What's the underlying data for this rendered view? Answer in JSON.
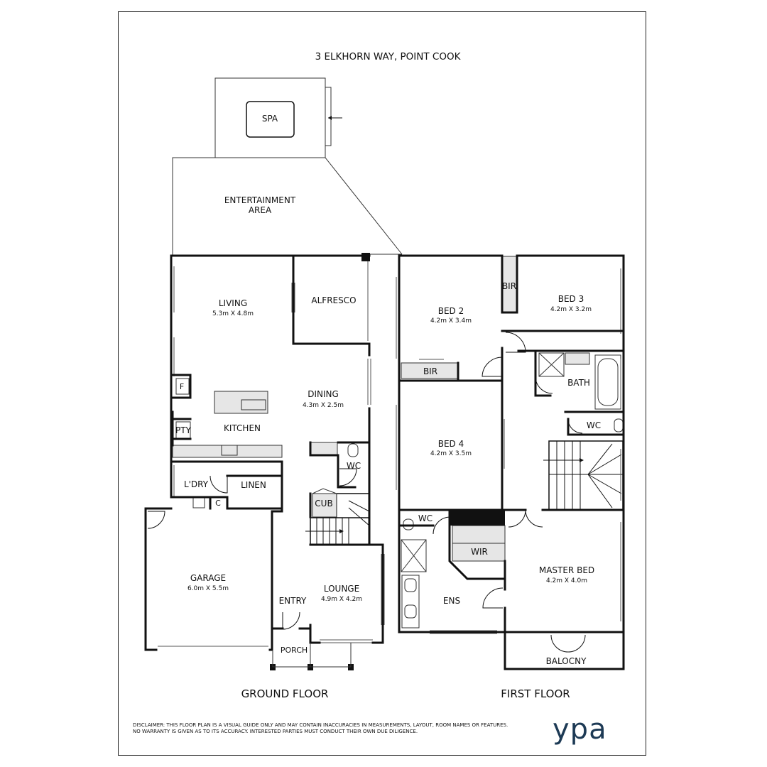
{
  "title": "3 ELKHORN WAY, POINT COOK",
  "floors": {
    "ground": "GROUND FLOOR",
    "first": "FIRST FLOOR"
  },
  "rooms": {
    "spa": "SPA",
    "entertainment_1": "ENTERTAINMENT",
    "entertainment_2": "AREA",
    "living": "LIVING",
    "living_dim": "5.3m X 4.8m",
    "alfresco": "ALFRESCO",
    "dining": "DINING",
    "dining_dim": "4.3m X 2.5m",
    "fridge": "F",
    "pantry": "PTY",
    "kitchen": "KITCHEN",
    "wc_ground": "WC",
    "laundry": "L'DRY",
    "linen": "LINEN",
    "cupboard": "C",
    "cub": "CUB",
    "garage": "GARAGE",
    "garage_dim": "6.0m X 5.5m",
    "entry": "ENTRY",
    "lounge": "LOUNGE",
    "lounge_dim": "4.9m X 4.2m",
    "porch": "PORCH",
    "bed2": "BED 2",
    "bed2_dim": "4.2m X 3.4m",
    "bir_bed2": "BIR",
    "bir_bed3": "BIR",
    "bed3": "BED 3",
    "bed3_dim": "4.2m X 3.2m",
    "bath": "BATH",
    "wc_first": "WC",
    "bed4": "BED 4",
    "bed4_dim": "4.2m X 3.5m",
    "wc_ens": "WC",
    "wir": "WIR",
    "ens": "ENS",
    "master": "MASTER BED",
    "master_dim": "4.2m X 4.0m",
    "balcony": "BALOCNY"
  },
  "disclaimer_1": "DISCLAIMER: THIS FLOOR PLAN IS A VISUAL GUIDE ONLY AND MAY CONTAIN INACCURACIES IN MEASUREMENTS, LAYOUT, ROOM NAMES OR FEATURES.",
  "disclaimer_2": "NO WARRANTY IS GIVEN AS TO ITS ACCURACY. INTERESTED PARTIES MUST CONDUCT THEIR OWN DUE DILIGENCE.",
  "logo": "ypa",
  "colors": {
    "wall": "#111111",
    "fixture_fill": "#e6e6e6",
    "logo": "#1d3a55"
  }
}
